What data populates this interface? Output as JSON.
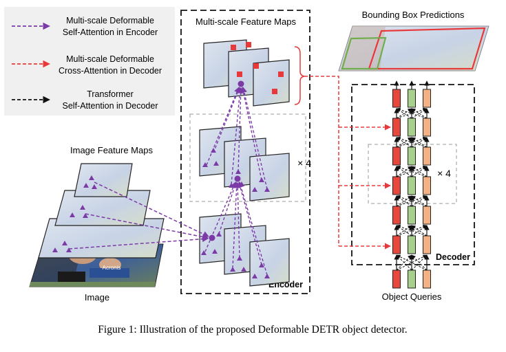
{
  "legend": {
    "items": [
      {
        "line1": "Multi-scale Deformable",
        "line2": "Self-Attention in Encoder",
        "color": "#7b3aa6"
      },
      {
        "line1": "Multi-scale Deformable",
        "line2": "Cross-Attention in Decoder",
        "color": "#e8393a"
      },
      {
        "line1": "Transformer",
        "line2": "Self-Attention in Decoder",
        "color": "#111111"
      }
    ]
  },
  "labels": {
    "multiscale_feature_maps": "Multi-scale Feature Maps",
    "bounding_box_predictions": "Bounding Box Predictions",
    "image_feature_maps": "Image Feature Maps",
    "image": "Image",
    "encoder": "Encoder",
    "decoder": "Decoder",
    "object_queries": "Object Queries",
    "repeat_encoder": "× 4",
    "repeat_decoder": "× 4",
    "photo_text": "Acronis"
  },
  "caption": "Figure 1: Illustration of the proposed Deformable DETR object detector.",
  "colors": {
    "purple": "#7b3aa6",
    "red": "#e8393a",
    "decoder_red": "#e8473c",
    "decoder_green": "#a8d08d",
    "decoder_peach": "#f4b183",
    "sky": "#4a78b8",
    "grass": "#6f8a5a"
  }
}
